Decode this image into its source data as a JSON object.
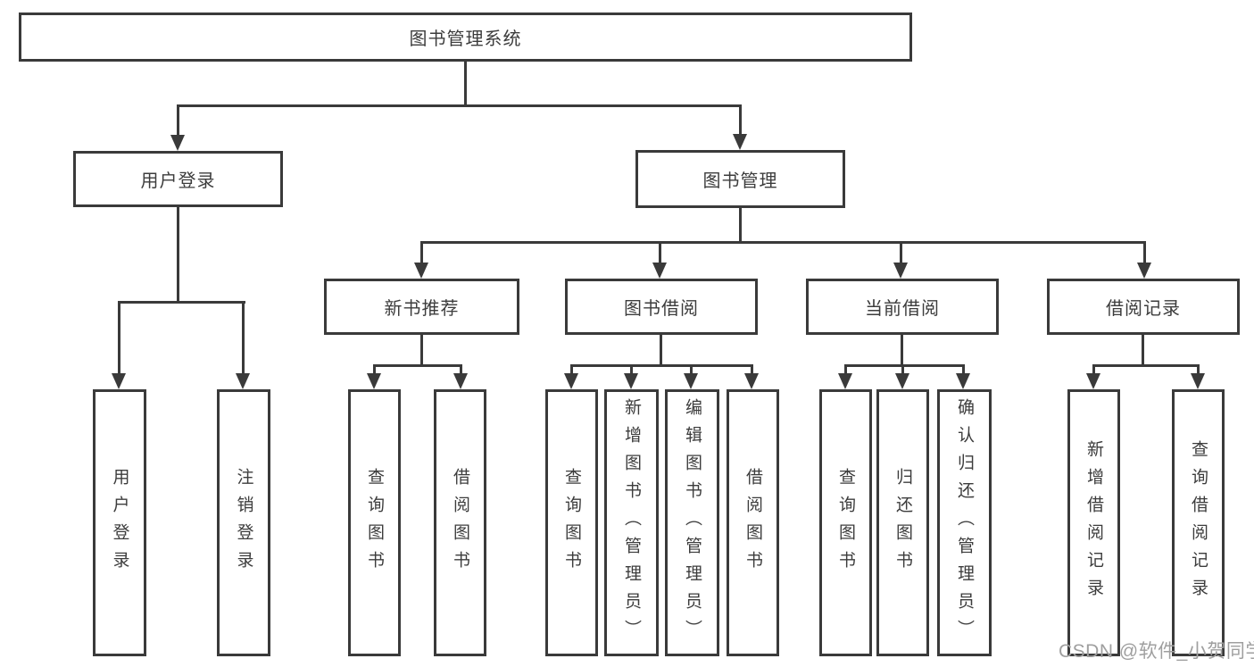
{
  "diagram": {
    "root": {
      "label": "图书管理系统"
    },
    "level2": [
      {
        "label": "用户登录"
      },
      {
        "label": "图书管理"
      }
    ],
    "level3": [
      {
        "label": "新书推荐",
        "parent": "图书管理"
      },
      {
        "label": "图书借阅",
        "parent": "图书管理"
      },
      {
        "label": "当前借阅",
        "parent": "图书管理"
      },
      {
        "label": "借阅记录",
        "parent": "图书管理"
      }
    ],
    "leaves": [
      {
        "label": "用户登录",
        "parent": "用户登录"
      },
      {
        "label": "注销登录",
        "parent": "用户登录"
      },
      {
        "label": "查询图书",
        "parent": "新书推荐"
      },
      {
        "label": "借阅图书",
        "parent": "新书推荐"
      },
      {
        "label": "查询图书",
        "parent": "图书借阅"
      },
      {
        "label": "新增图书（管理员）",
        "parent": "图书借阅"
      },
      {
        "label": "编辑图书（管理员）",
        "parent": "图书借阅"
      },
      {
        "label": "借阅图书",
        "parent": "图书借阅"
      },
      {
        "label": "查询图书",
        "parent": "当前借阅"
      },
      {
        "label": "归还图书",
        "parent": "当前借阅"
      },
      {
        "label": "确认归还（管理员）",
        "parent": "当前借阅"
      },
      {
        "label": "新增借阅记录",
        "parent": "借阅记录"
      },
      {
        "label": "查询借阅记录",
        "parent": "借阅记录"
      }
    ]
  },
  "watermark": {
    "text": "CSDN @软件_小贺同学"
  },
  "colors": {
    "line": "#3a3a3a",
    "text": "#3c3c3c",
    "watermark": "#9f9f9f",
    "background": "#ffffff"
  }
}
